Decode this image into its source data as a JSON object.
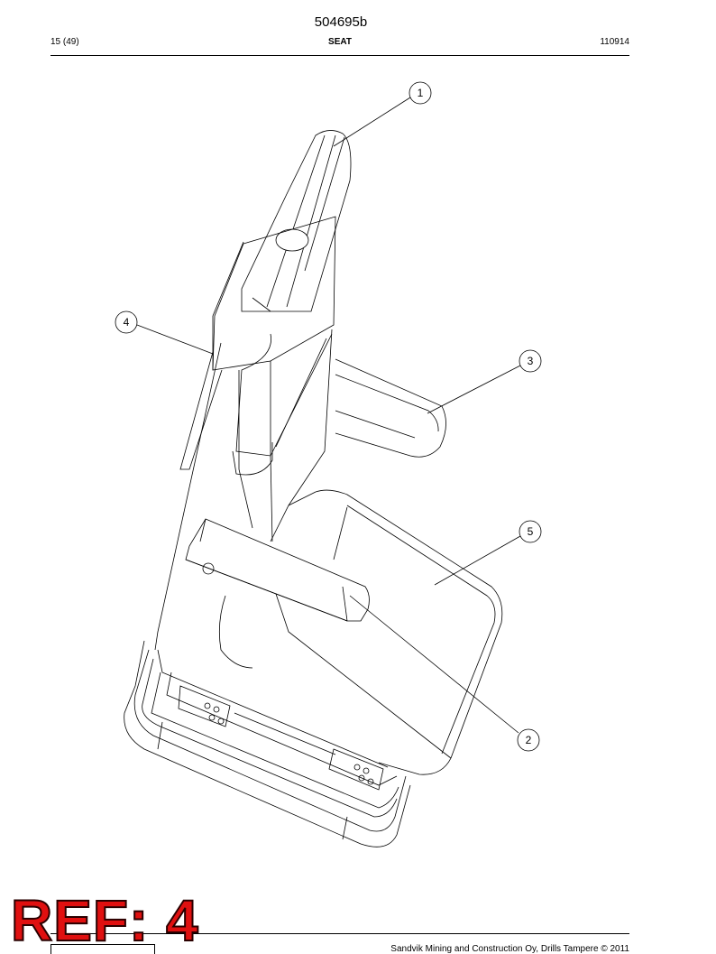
{
  "header": {
    "doc_number": "504695b",
    "page": "15 (49)",
    "section": "SEAT",
    "date_code": "110914"
  },
  "callouts": [
    "1",
    "2",
    "3",
    "4",
    "5"
  ],
  "footer": {
    "stamp": "REF: 4",
    "copyright": "Sandvik Mining and Construction Oy, Drills Tampere © 2011"
  }
}
